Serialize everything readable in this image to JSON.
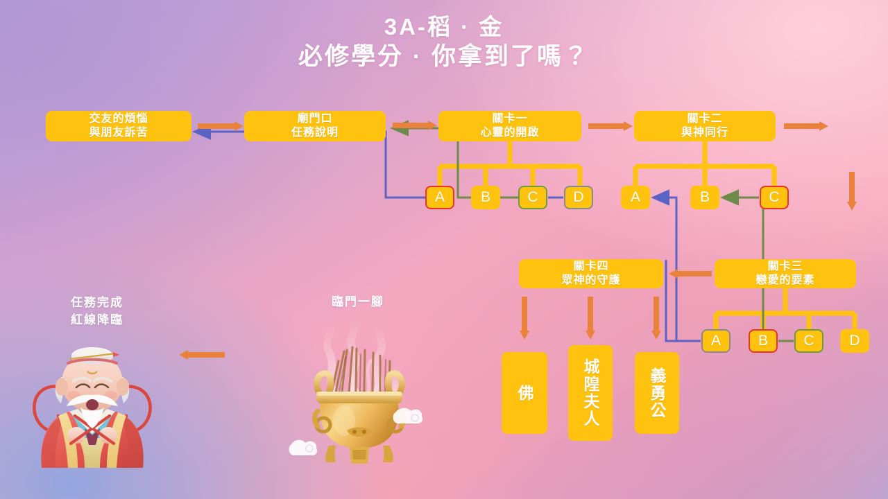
{
  "title": {
    "line1": "3A-稻 · 金",
    "line2": "必修學分 · 你拿到了嗎？"
  },
  "colors": {
    "box_fill": "#FFC20E",
    "arrow_orange": "#E8823C",
    "connector_blue": "#5B63C4",
    "connector_green": "#6E8B4B",
    "border_red": "#E8342A",
    "border_green": "#6E9B3B",
    "border_gray": "#8A8A8A",
    "text_white": "#FFFFFF"
  },
  "nodes": {
    "start": {
      "line1": "交友的煩惱",
      "line2": "與朋友訴苦"
    },
    "temple_gate": {
      "line1": "廟門口",
      "line2": "任務說明"
    },
    "stage1": {
      "line1": "關卡一",
      "line2": "心靈的開啟"
    },
    "stage2": {
      "line1": "關卡二",
      "line2": "與神同行"
    },
    "stage3": {
      "line1": "關卡三",
      "line2": "戀愛的要素"
    },
    "stage4": {
      "line1": "關卡四",
      "line2": "眾神的守護"
    }
  },
  "option_groups": [
    {
      "id": "stage1-options",
      "parent": "關卡一",
      "options": [
        {
          "label": "A",
          "border": "red"
        },
        {
          "label": "B",
          "border": "none"
        },
        {
          "label": "C",
          "border": "green"
        },
        {
          "label": "D",
          "border": "gray"
        }
      ]
    },
    {
      "id": "stage2-options",
      "parent": "關卡二",
      "options": [
        {
          "label": "A",
          "border": "none"
        },
        {
          "label": "B",
          "border": "none"
        },
        {
          "label": "C",
          "border": "red"
        }
      ]
    },
    {
      "id": "stage3-options",
      "parent": "關卡三",
      "options": [
        {
          "label": "A",
          "border": "gray"
        },
        {
          "label": "B",
          "border": "red"
        },
        {
          "label": "C",
          "border": "green"
        },
        {
          "label": "D",
          "border": "none"
        }
      ]
    }
  ],
  "deities": [
    {
      "name": "佛"
    },
    {
      "name": "城隍夫人"
    },
    {
      "name": "義勇公"
    }
  ],
  "annotations": {
    "finish": "任務完成\n紅線降臨",
    "almost": "臨門一腳"
  },
  "illustrations": {
    "left_character": "yuelao-matchmaker-god",
    "center_object": "incense-burner"
  }
}
